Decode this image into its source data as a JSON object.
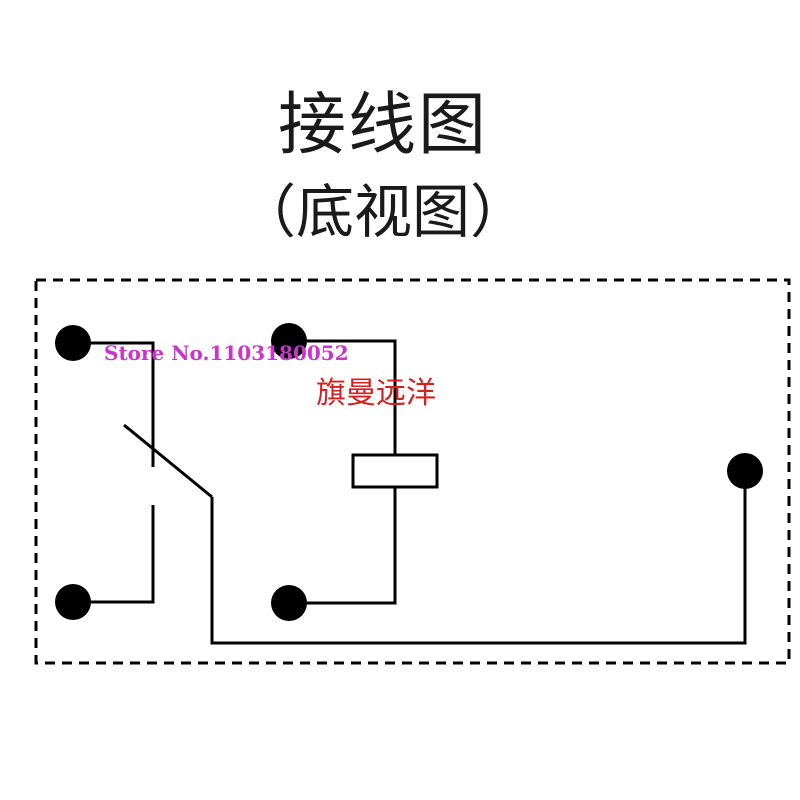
{
  "diagram": {
    "title": "接线图",
    "subtitle": "（底视图）"
  },
  "watermark": {
    "store": "Store No.1103180052",
    "shop_name": "旗曼远洋"
  },
  "colors": {
    "line": "#000000",
    "text": "#1a1a1a",
    "store_mark": "#cc33cc",
    "shop_name": "#d42020"
  }
}
